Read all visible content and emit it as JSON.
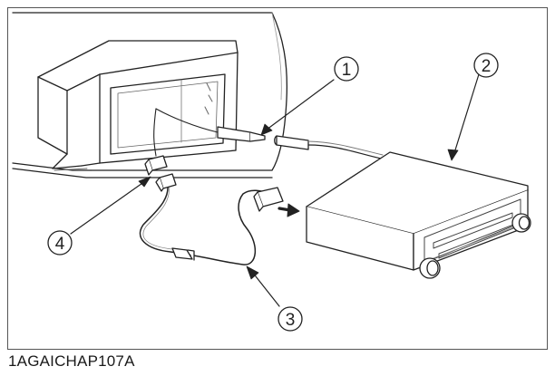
{
  "figure_code": "1AGAICHAP107A",
  "callouts": [
    {
      "id": "1",
      "label": "1"
    },
    {
      "id": "2",
      "label": "2"
    },
    {
      "id": "3",
      "label": "3"
    },
    {
      "id": "4",
      "label": "4"
    }
  ],
  "colors": {
    "line": "#222222",
    "frame": "#555555",
    "shade": "#dcdcdc"
  }
}
